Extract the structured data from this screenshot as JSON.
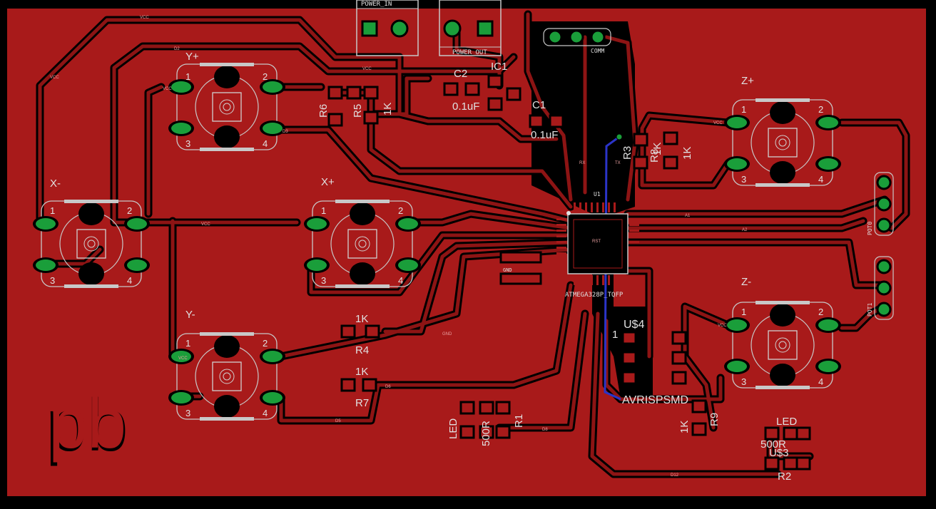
{
  "colors": {
    "board": "#000000",
    "copper": "#a81a1a",
    "trace": "#8d1414",
    "pad": "#1a9e3a",
    "silk": "#d8d8d8",
    "via": "#2b34c8"
  },
  "logo": "pb",
  "connectors": {
    "power_in": "POWER_IN",
    "power_out": "POWER_OUT",
    "comm": "COMM",
    "pot0": "POT0",
    "pot1": "POT1"
  },
  "switches": {
    "y_plus": "Y+",
    "x_minus": "X-",
    "x_plus": "X+",
    "y_minus": "Y-",
    "z_plus": "Z+",
    "z_minus": "Z-",
    "pin1": "1",
    "pin2": "2",
    "pin3": "3",
    "pin4": "4"
  },
  "parts": {
    "c2": "C2",
    "ic1": "IC1",
    "c2_value": "0.1uF",
    "c1": "C1",
    "c1_value": "0.1uF",
    "r6": "R6",
    "r5": "R5",
    "r5_value": "1K",
    "r3": "R3",
    "r8": "R8",
    "r8_value": "1K",
    "r8_value2": "1K",
    "u1": "U1",
    "u1_value": "ATMEGA328P_TQFP",
    "r4": "R4",
    "r4_value": "1K",
    "r7": "R7",
    "r7_value": "1K",
    "us4": "U$4",
    "us4_pin": "1",
    "avrisp": "AVRISPSMD",
    "led1": "LED",
    "led1_value": "500R",
    "r1": "R1",
    "r9": "R9",
    "r9_value": "1K",
    "led2": "LED",
    "led2_value": "500R",
    "us3": "U$3",
    "r2": "R2"
  },
  "net_labels": {
    "vcc": "VCC",
    "gnd": "GND",
    "a1": "A1",
    "a2": "A2",
    "d2": "D2",
    "d3": "D3",
    "d5": "D5",
    "d6": "D6",
    "d8": "D8",
    "d12": "D12",
    "rst": "RST",
    "rx": "RX",
    "tx": "TX"
  }
}
